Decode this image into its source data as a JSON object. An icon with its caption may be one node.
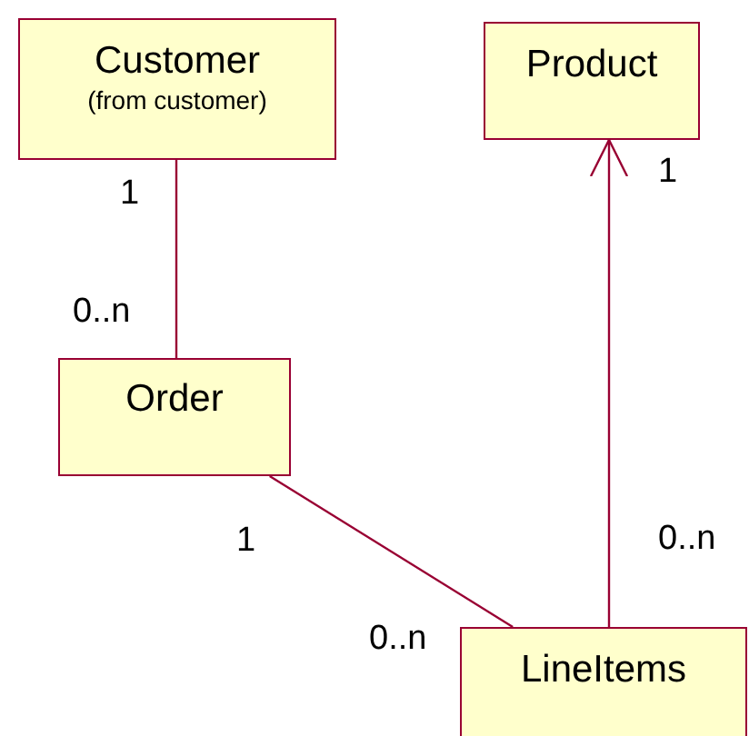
{
  "diagram": {
    "nodes": [
      {
        "text": [
          "Customer",
          "(from customer)"
        ]
      },
      {
        "text": [
          "Product"
        ]
      },
      {
        "text": [
          "Order"
        ]
      },
      {
        "text": [
          "LineItems"
        ]
      }
    ],
    "edges": [
      {
        "from": 0,
        "to": 2,
        "arrow": "none"
      },
      {
        "from": 2,
        "to": 3,
        "arrow": "none"
      },
      {
        "from": 3,
        "to": 1,
        "arrow": "to"
      }
    ],
    "labels": [
      "1",
      "1",
      "0..n",
      "1",
      "0..n",
      "0..n"
    ]
  }
}
